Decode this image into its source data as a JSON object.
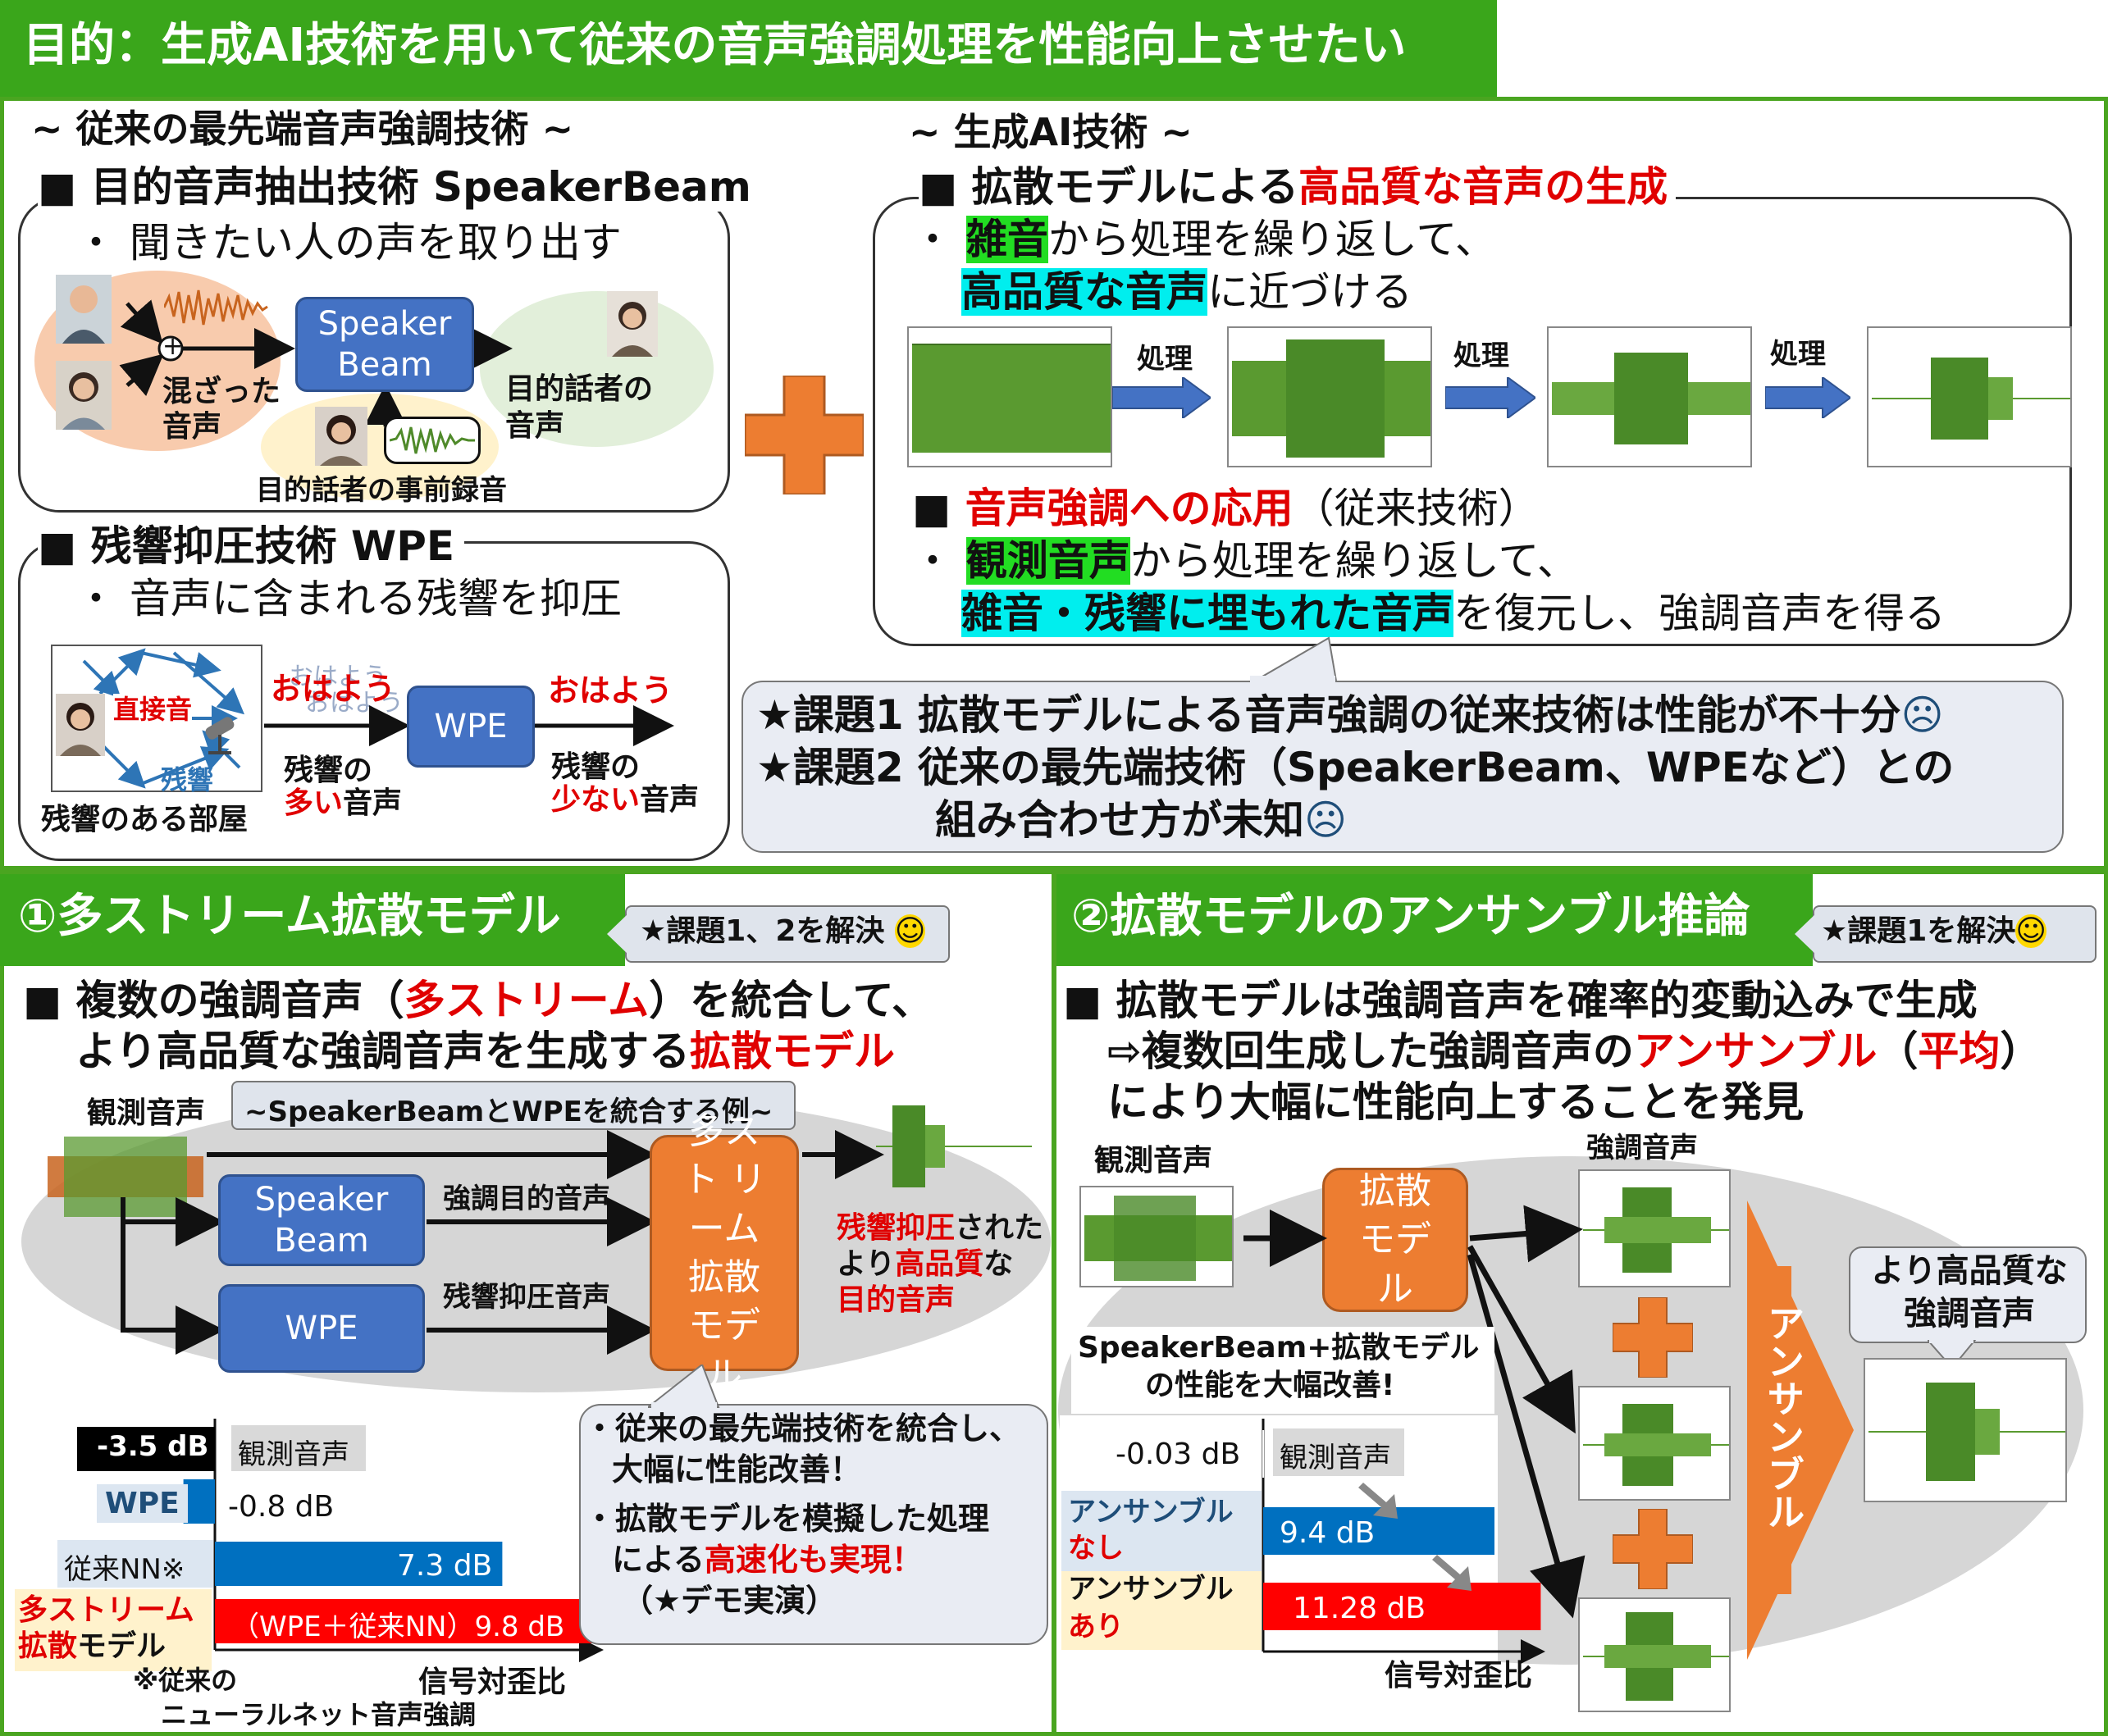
{
  "header": {
    "title": "目的：生成AI技術を用いて従来の音声強調処理を性能向上させたい"
  },
  "conventional": {
    "heading": "~ 従来の最先端音声強調技術 ~",
    "speakerbeam": {
      "title": "■ 目的音声抽出技術 SpeakerBeam",
      "bullet": "・ 聞きたい人の声を取り出す",
      "box": "Speaker Beam",
      "mixed": "混ざった音声",
      "target": "目的話者の音声",
      "prerecord": "目的話者の事前録音",
      "plus": "+"
    },
    "wpe": {
      "title": "■ 残響抑圧技術 WPE",
      "bullet": "・ 音声に含まれる残響を抑圧",
      "direct": "直接音",
      "reverb": "残響",
      "room": "残響のある部屋",
      "ohayo_echo": "おはよう",
      "ohayo": "おはよう",
      "box": "WPE",
      "in_label_a": "残響の",
      "in_label_b": "多い",
      "in_label_c": "音声",
      "out_label_a": "残響の",
      "out_label_b": "少ない",
      "out_label_c": "音声"
    }
  },
  "genai": {
    "heading": "~ 生成AI技術 ~",
    "diffusion_title_a": "■ 拡散モデルによる",
    "diffusion_title_b": "高品質な音声の生成",
    "bullet1_hl": "雑音",
    "bullet1_rest": "から処理を繰り返して、",
    "bullet1b_hl": "高品質な音声",
    "bullet1b_rest": "に近づける",
    "process": "処理",
    "app_title_a": "■",
    "app_title_b": "音声強調への応用",
    "app_title_c": "（従来技術）",
    "bullet2_hl": "観測音声",
    "bullet2_rest": "から処理を繰り返して、",
    "bullet2b_hl": "雑音・残響に埋もれた音声",
    "bullet2b_rest": "を復元し、強調音声を得る"
  },
  "issues": {
    "line1": "★課題1 拡散モデルによる音声強調の従来技術は性能が不十分",
    "line2": "★課題2 従来の最先端技術（SpeakerBeam、WPEなど）との",
    "line3": "組み合わせ方が未知",
    "sad": "☹"
  },
  "multistream": {
    "title": "①多ストリーム拡散モデル",
    "badge": "★課題1、2を解決",
    "smile": "☺",
    "desc_a": "■ 複数の強調音声（",
    "desc_b": "多ストリーム",
    "desc_c": "）を統合して、",
    "desc2_a": "より高品質な強調音声を生成する",
    "desc2_b": "拡散モデル",
    "example": "~SpeakerBeamとWPEを統合する例~",
    "observed": "観測音声",
    "sb_box": "Speaker Beam",
    "wpe_box": "WPE",
    "sb_out": "強調目的音声",
    "wpe_out": "残響抑圧音声",
    "model": "多スト リーム 拡散 モデル",
    "result_a": "残響抑圧",
    "result_b": "された",
    "result_c": "より",
    "result_d": "高品質",
    "result_e": "な",
    "result_f": "目的音声",
    "callout1": "・従来の最先端技術を統合し、",
    "callout2": "大幅に性能改善！",
    "callout3": "・拡散モデルを模擬した処理",
    "callout4a": "による",
    "callout4b": "高速化も実現！",
    "callout5": "（★デモ実演）",
    "note1": "※従来の",
    "note2": "ニューラルネット音声強調",
    "axis": "信号対歪比",
    "bars": [
      {
        "label": "-3.5 dB",
        "name": "観測音声",
        "value": -3.5
      },
      {
        "label": "-0.8 dB",
        "name": "WPE",
        "value": -0.8
      },
      {
        "label": "7.3 dB",
        "name": "従来NN※",
        "value": 7.3
      },
      {
        "label": "（WPE＋従来NN）9.8 dB",
        "name": "多ストリーム拡散モデル",
        "value": 9.8
      }
    ],
    "name_ms_a": "多ストリーム",
    "name_ms_b": "拡散",
    "name_ms_c": "モデル"
  },
  "ensemble": {
    "title": "②拡散モデルのアンサンブル推論",
    "badge": "★課題1を解決",
    "smile": "☺",
    "desc1": "■ 拡散モデルは強調音声を確率的変動込みで生成",
    "desc2_a": "⇨複数回生成した強調音声の",
    "desc2_b": "アンサンブル",
    "desc2_c": "（",
    "desc2_d": "平均",
    "desc2_e": "）",
    "desc3": "により大幅に性能向上することを発見",
    "observed": "観測音声",
    "model": "拡散 モデル",
    "enhanced": "強調音声",
    "ensemble_arrow": "アンサンブル",
    "better": "より高品質な 強調音声",
    "sb_note1": "SpeakerBeam+拡散モデル",
    "sb_note2": "の性能を大幅改善!",
    "axis": "信号対歪比",
    "bars": [
      {
        "label": "-0.03 dB",
        "name": "観測音声",
        "value": -0.03
      },
      {
        "label": "9.4 dB",
        "name": "アンサンブルなし",
        "value": 9.4
      },
      {
        "label": "11.28 dB",
        "name": "アンサンブルあり",
        "value": 11.28
      }
    ],
    "none_a": "アンサンブル",
    "none_b": "なし",
    "with_a": "アンサンブル",
    "with_b": "あり"
  },
  "colors": {
    "green": "#3aa61b",
    "blue": "#4472c4",
    "orange": "#ed7d31",
    "red": "#e00000",
    "wave": "#4f8a2a",
    "wave_orange": "#c8641e"
  }
}
